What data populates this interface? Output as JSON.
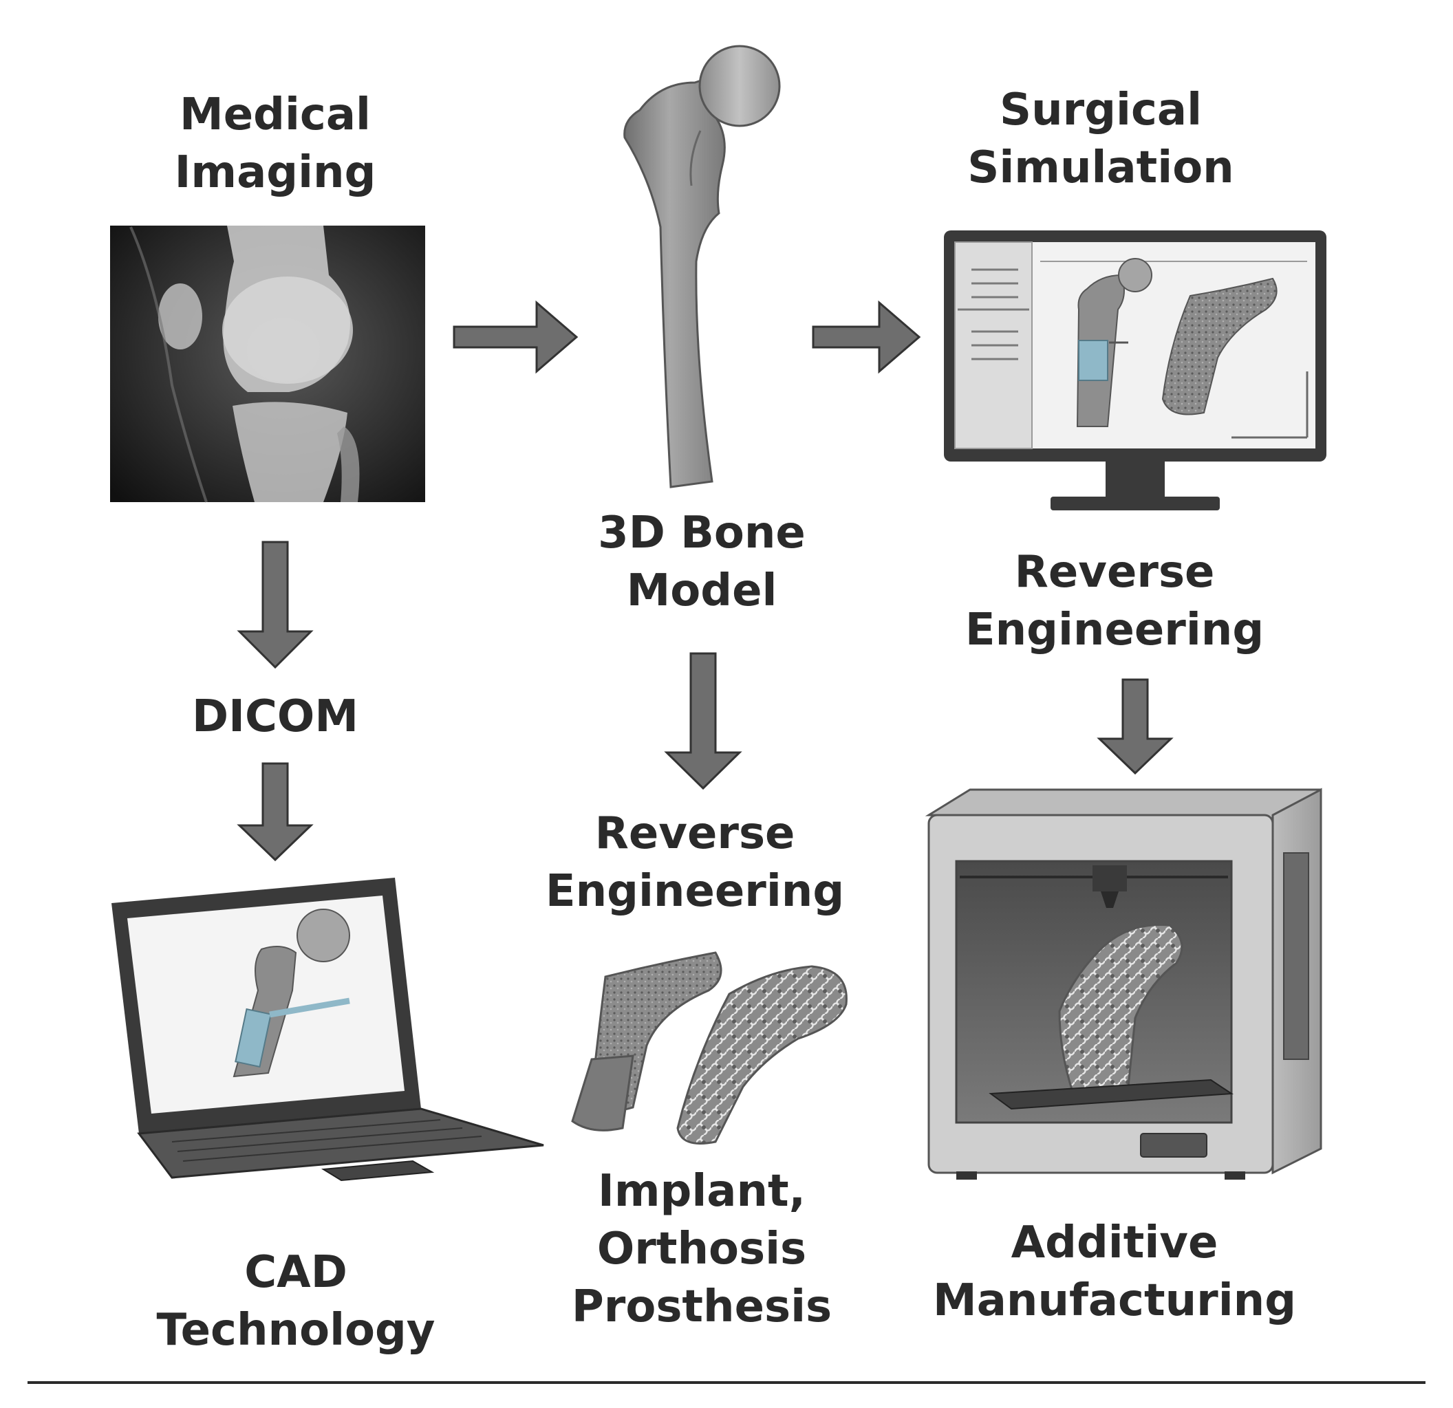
{
  "labels": {
    "medical_imaging": [
      "Medical",
      "Imaging"
    ],
    "dicom": "DICOM",
    "cad_technology": [
      "CAD",
      "Technology"
    ],
    "bone_model": [
      "3D Bone",
      "Model"
    ],
    "reverse_engineering_center": [
      "Reverse",
      "Engineering"
    ],
    "implant": [
      "Implant,",
      "Orthosis",
      "Prosthesis"
    ],
    "surgical_simulation": [
      "Surgical",
      "Simulation"
    ],
    "reverse_engineering_right": [
      "Reverse",
      "Engineering"
    ],
    "additive_manufacturing": [
      "Additive",
      "Manufacturing"
    ]
  },
  "colors": {
    "arrow_fill": "#6e6e6e",
    "arrow_stroke": "#333333",
    "text": "#2a2a2a",
    "highlight_blue": "#8fb8c8",
    "device_dark": "#3a3a3a",
    "printer_body": "#cfcfcf"
  }
}
